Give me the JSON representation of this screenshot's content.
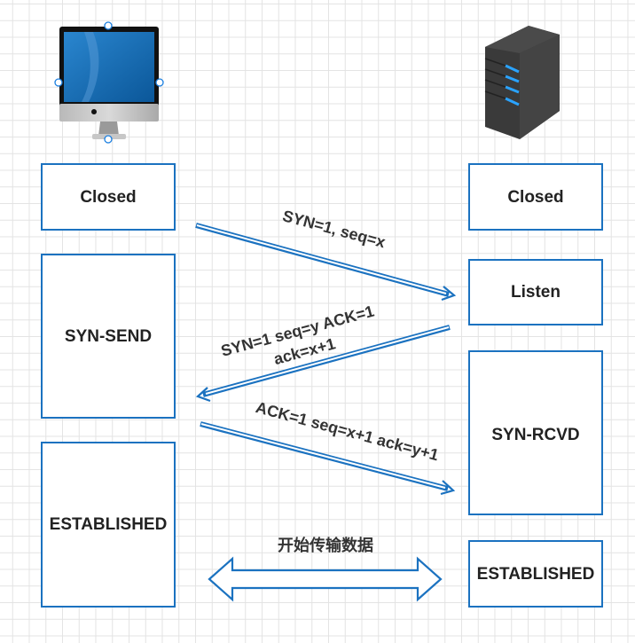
{
  "client": {
    "icon": "imac-computer-icon",
    "states": [
      "Closed",
      "SYN-SEND",
      "ESTABLISHED"
    ]
  },
  "server": {
    "icon": "server-tower-icon",
    "states": [
      "Closed",
      "Listen",
      "SYN-RCVD",
      "ESTABLISHED"
    ]
  },
  "messages": {
    "syn": "SYN=1, seq=x",
    "syn_ack_line1": "SYN=1 seq=y ACK=1",
    "syn_ack_line2": "ack=x+1",
    "ack": "ACK=1 seq=x+1 ack=y+1"
  },
  "data_transfer_label": "开始传输数据",
  "colors": {
    "accent": "#1b72c0",
    "text": "#222222",
    "grid": "#e3e3e3"
  }
}
